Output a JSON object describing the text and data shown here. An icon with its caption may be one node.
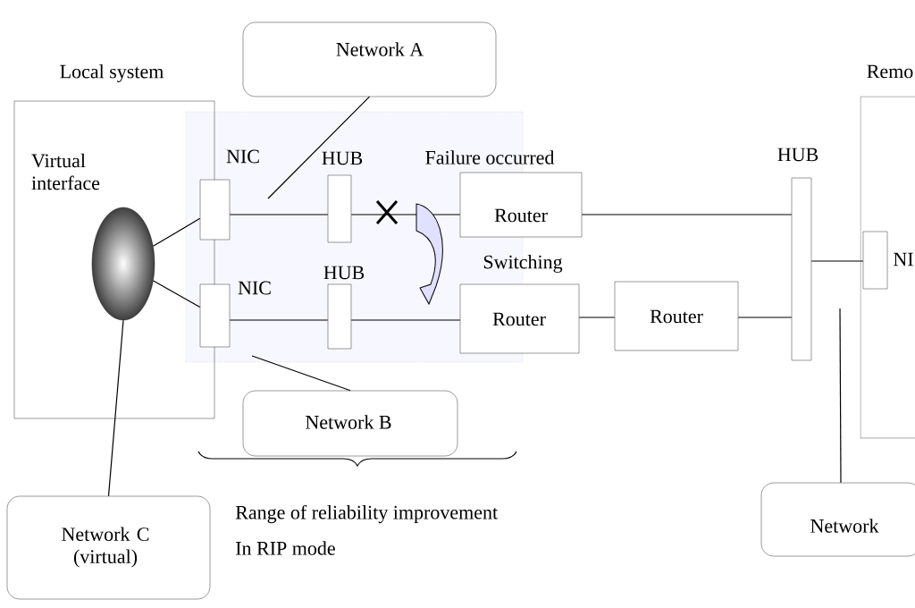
{
  "diagram": {
    "nodes": [
      {
        "text": [
          "Local system",
          "Virtual interface"
        ]
      },
      {
        "text": [],
        "shape": "ellipse",
        "in": 0
      },
      {
        "text": [
          "NIC"
        ]
      },
      {
        "text": [
          "NIC"
        ]
      },
      {
        "text": [
          "HUB"
        ]
      },
      {
        "text": [
          "HUB"
        ]
      },
      {
        "text": [
          "Router"
        ]
      },
      {
        "text": [
          "Switching",
          "Router"
        ]
      },
      {
        "text": [
          "Router"
        ]
      },
      {
        "text": [
          "HUB"
        ]
      },
      {
        "text": [
          "NI"
        ],
        "in": 11
      },
      {
        "text": [
          "Remo"
        ]
      },
      {
        "text": [
          "Network A"
        ]
      },
      {
        "text": [
          "Network B"
        ]
      },
      {
        "text": [
          "Network C (virtual)"
        ]
      },
      {
        "text": [
          "Network"
        ]
      }
    ],
    "edges": [
      {
        "from": 1,
        "to": 2,
        "arrow": "none"
      },
      {
        "from": 1,
        "to": 3,
        "arrow": "none"
      },
      {
        "from": 2,
        "to": 4,
        "arrow": "none"
      },
      {
        "from": 4,
        "to": 6,
        "arrow": "none"
      },
      {
        "from": 6,
        "to": 9,
        "arrow": "none"
      },
      {
        "from": 3,
        "to": 5,
        "arrow": "none"
      },
      {
        "from": 5,
        "to": 7,
        "arrow": "none"
      },
      {
        "from": 7,
        "to": 8,
        "arrow": "none"
      },
      {
        "from": 8,
        "to": 9,
        "arrow": "none"
      },
      {
        "from": 9,
        "to": 10,
        "arrow": "none"
      },
      {
        "from": 12,
        "to": null,
        "arrow": "none"
      },
      {
        "from": 13,
        "to": null,
        "arrow": "none"
      },
      {
        "from": 14,
        "to": 1,
        "arrow": "none"
      },
      {
        "from": 15,
        "to": null,
        "arrow": "none"
      }
    ],
    "labels": [
      "Failure occurred",
      "Range of reliability improvement",
      "In RIP mode"
    ]
  }
}
